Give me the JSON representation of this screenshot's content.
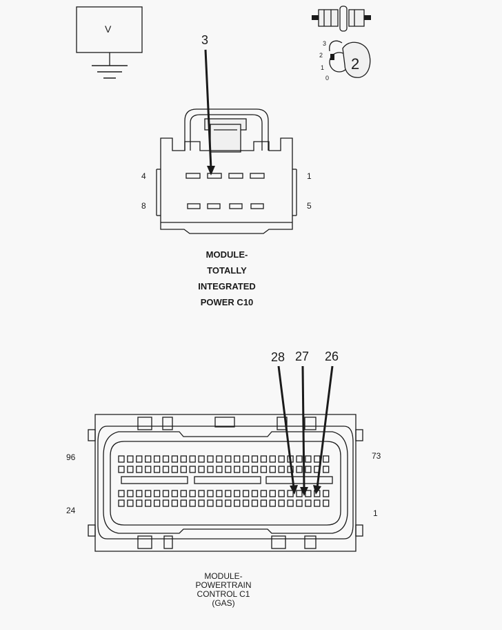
{
  "meter": {
    "label": "V"
  },
  "key_switch": {
    "positions": [
      "3",
      "2",
      "1",
      "0"
    ],
    "key_number": "2"
  },
  "connector_c10": {
    "callout": "3",
    "pin_labels": {
      "top_left": "4",
      "top_right": "1",
      "bottom_left": "8",
      "bottom_right": "5"
    },
    "title_lines": [
      "MODULE-",
      "TOTALLY",
      "INTEGRATED",
      "POWER C10"
    ]
  },
  "connector_c1": {
    "callouts": [
      "28",
      "27",
      "26"
    ],
    "pin_labels": {
      "top_left": "96",
      "top_right": "73",
      "bottom_left": "24",
      "bottom_right": "1"
    },
    "title_lines": [
      "MODULE-",
      "POWERTRAIN",
      "CONTROL C1",
      "(GAS)"
    ]
  },
  "colors": {
    "line": "#1a1a1a",
    "background": "#f8f8f8"
  }
}
